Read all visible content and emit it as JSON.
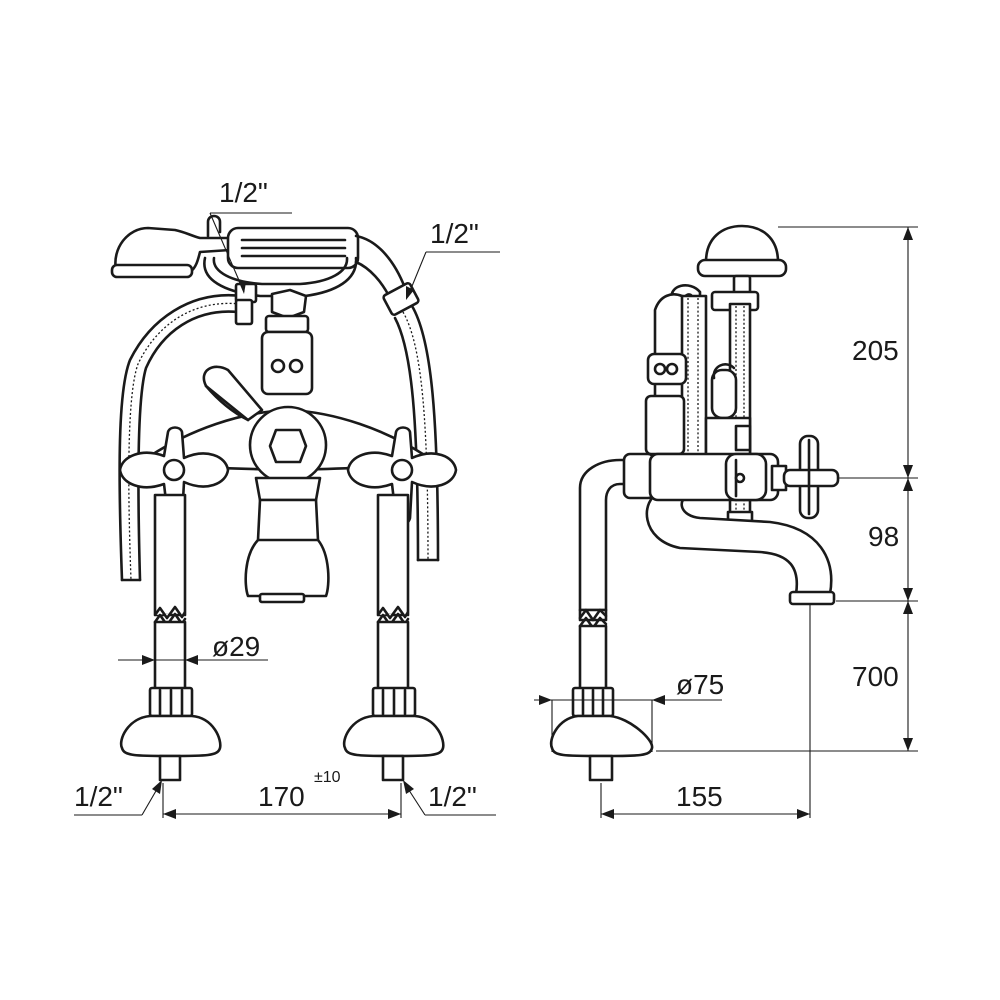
{
  "front_view": {
    "handshower_inlet": "1/2\"",
    "hose_outlet": "1/2\"",
    "pipe_diameter": "ø29",
    "inlet_left": "1/2\"",
    "inlet_right": "1/2\"",
    "centre_distance": "170",
    "centre_tolerance": "±10"
  },
  "side_view": {
    "base_diameter": "ø75",
    "spout_projection": "155",
    "height_handshower": "205",
    "height_spout": "98",
    "height_legs": "700"
  }
}
